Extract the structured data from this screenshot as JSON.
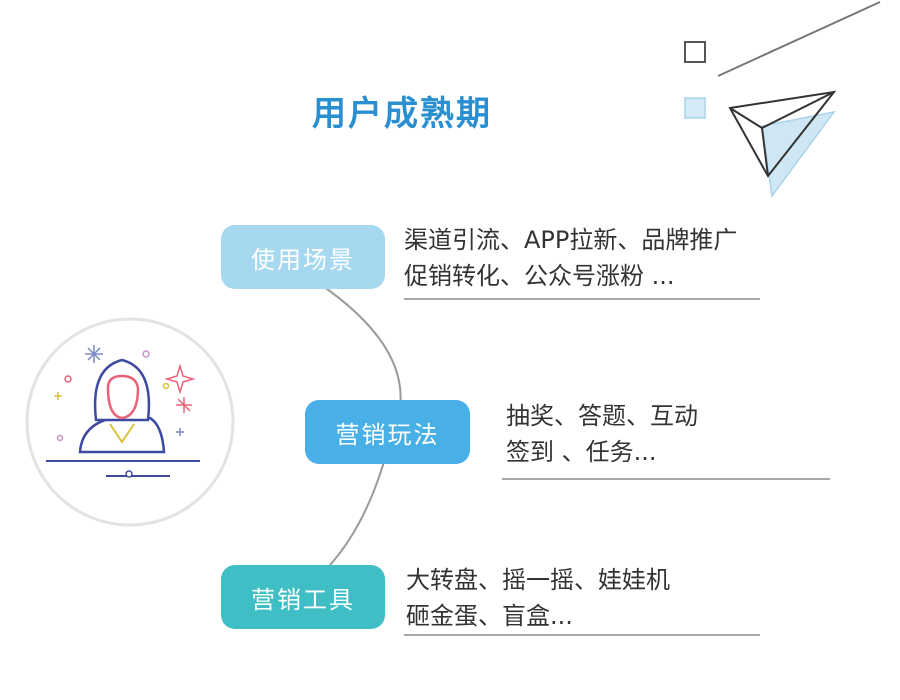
{
  "title": "用户成熟期",
  "items": [
    {
      "label": "使用场景",
      "lines": [
        "渠道引流、APP拉新、品牌推广",
        "促销转化、公众号涨粉 ..."
      ]
    },
    {
      "label": "营销玩法",
      "lines": [
        "抽奖、答题、互动",
        "签到 、任务..."
      ]
    },
    {
      "label": "营销工具",
      "lines": [
        "大转盘、摇一摇、娃娃机",
        "砸金蛋、盲盒..."
      ]
    }
  ],
  "icons": {
    "avatar": "woman-avatar-icon",
    "decor": "paper-plane-triangle-icon"
  },
  "colors": {
    "title": "#2a8fd0",
    "pill_1": "#a6d8f0",
    "pill_2": "#48b0e6",
    "pill_3": "#3fbfc5"
  }
}
